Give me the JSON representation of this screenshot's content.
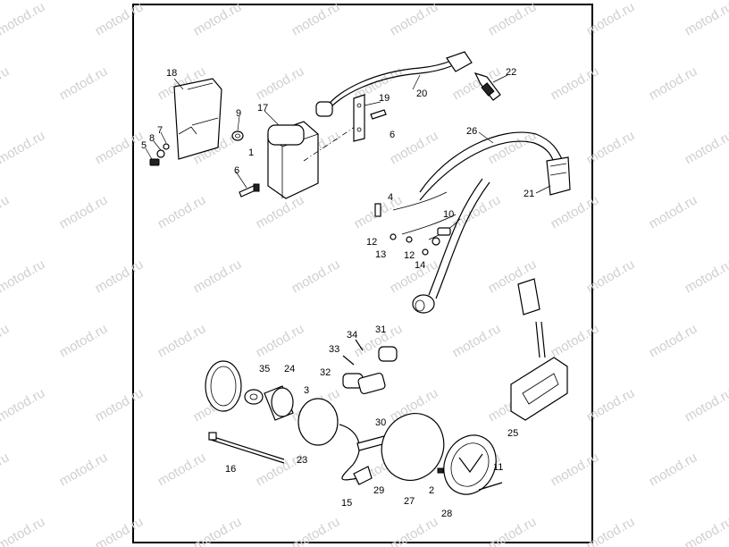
{
  "watermark": "motod.ru",
  "callouts": {
    "c1": "1",
    "c2": "2",
    "c3": "3",
    "c4": "4",
    "c5": "5",
    "c6a": "6",
    "c6b": "6",
    "c7": "7",
    "c8": "8",
    "c9": "9",
    "c10": "10",
    "c11": "11",
    "c12a": "12",
    "c12b": "12",
    "c13": "13",
    "c14": "14",
    "c15": "15",
    "c16": "16",
    "c17": "17",
    "c18": "18",
    "c19": "19",
    "c20": "20",
    "c21": "21",
    "c22": "22",
    "c23": "23",
    "c24": "24",
    "c25": "25",
    "c26": "26",
    "c27": "27",
    "c28": "28",
    "c29": "29",
    "c30": "30",
    "c31": "31",
    "c32": "32",
    "c33": "33",
    "c34": "34",
    "c35": "35"
  }
}
